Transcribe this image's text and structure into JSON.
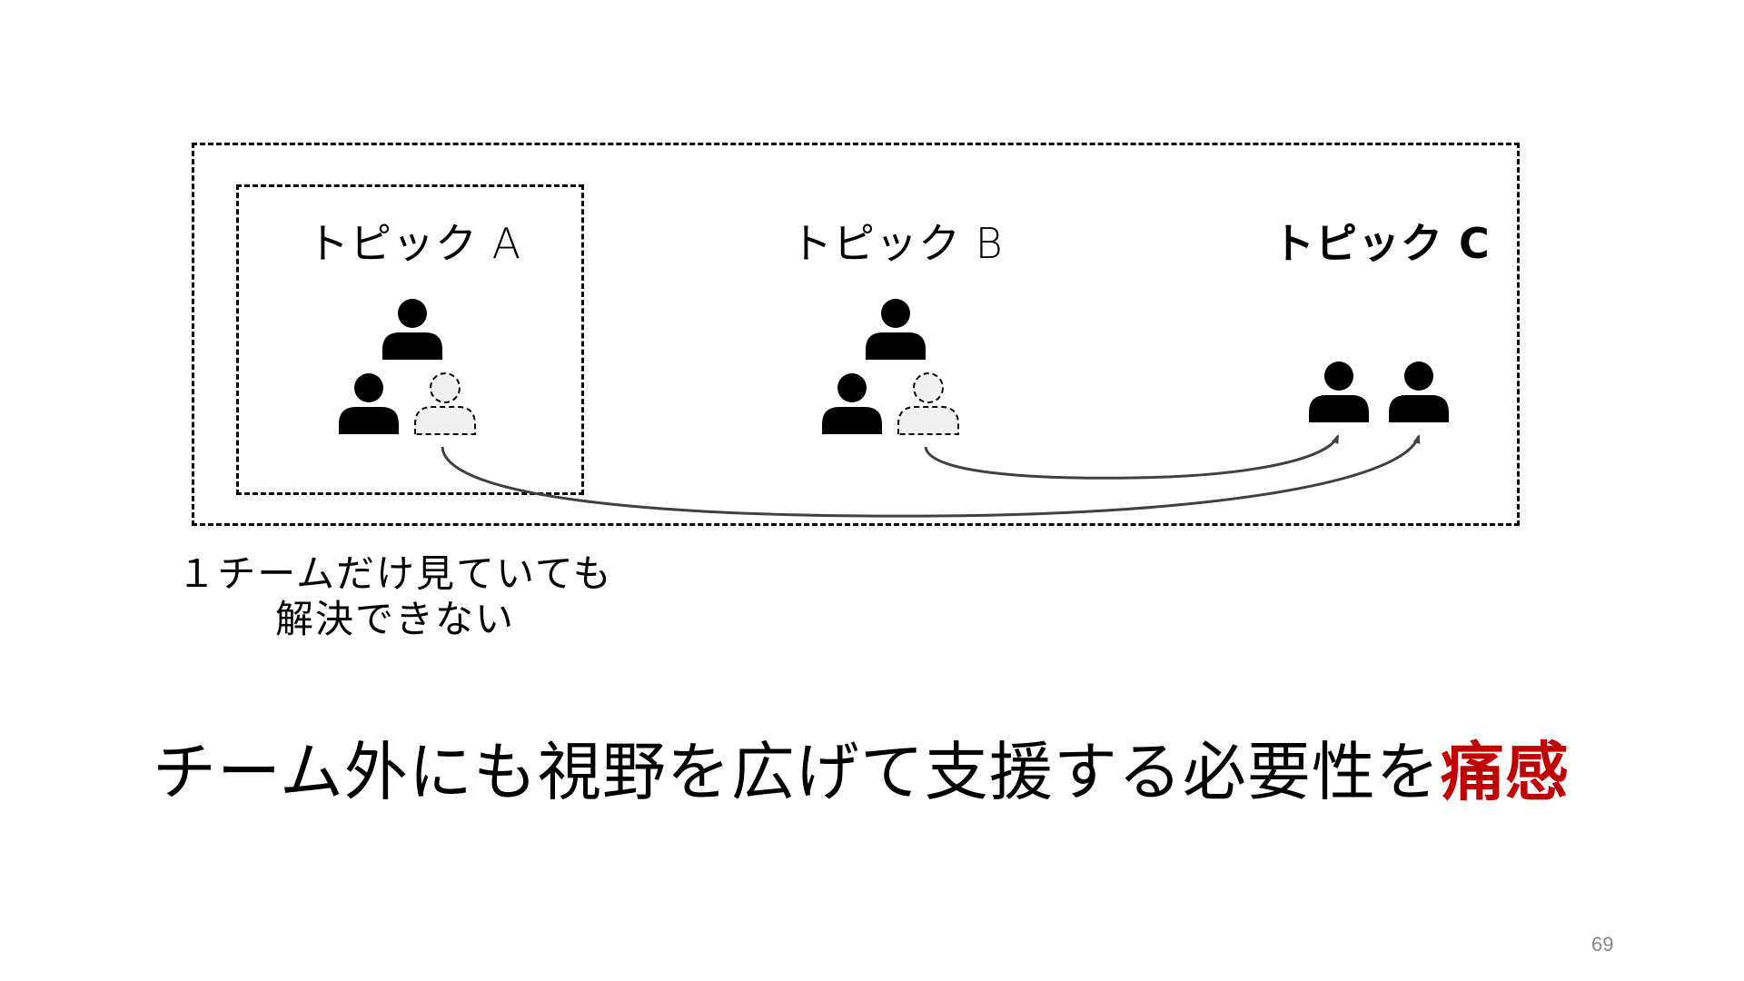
{
  "slide": {
    "topics": [
      {
        "label": "トピック A",
        "bold": false
      },
      {
        "label": "トピック B",
        "bold": false
      },
      {
        "label": "トピック C",
        "bold": true
      }
    ],
    "note": {
      "line1": "１チームだけ見ていても",
      "line2": "解決できない"
    },
    "conclusion": {
      "text": "チーム外にも視野を広げて支援する必要性を",
      "emphasis": "痛感",
      "emphasis_color": "#c00000"
    },
    "page_number": "69"
  },
  "icons": {
    "person": "person-icon",
    "person_dashed": "person-dashed-icon",
    "arrow": "curved-arrow"
  },
  "colors": {
    "person_fill": "#000000",
    "dashed_person_fill": "#f0f0f0",
    "arrow_stroke": "#404040"
  }
}
